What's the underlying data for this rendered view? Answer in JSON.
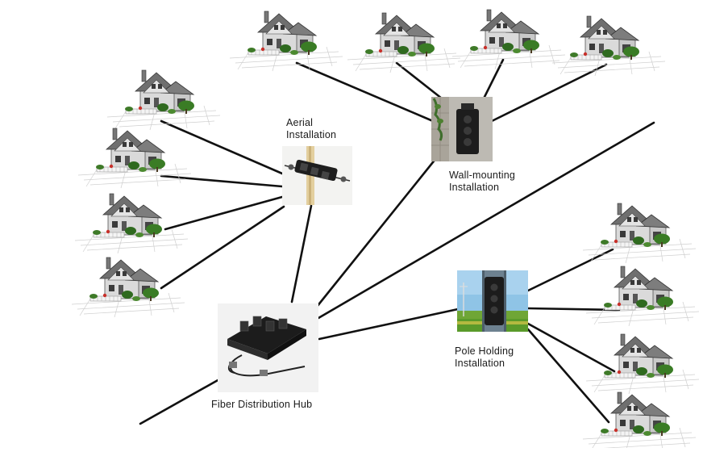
{
  "labels": {
    "aerial": [
      "Aerial",
      "Installation"
    ],
    "wall": [
      "Wall-mounting",
      "Installation"
    ],
    "pole": [
      "Pole Holding",
      "Installation"
    ],
    "hub": "Fiber Distribution Hub"
  },
  "icons": {
    "house": "house-icon",
    "hub": "fiber-distribution-hub-icon",
    "aerial": "aerial-closure-icon",
    "wall": "wall-mount-closure-icon",
    "pole": "pole-mount-closure-icon"
  },
  "colors": {
    "cable": "#111111",
    "house_wall": "#d8d8d8",
    "house_roof": "#7a7a7a",
    "hub_body": "#1c1c1c",
    "grass": "#5a9a2a",
    "sky": "#8fc4e6"
  }
}
